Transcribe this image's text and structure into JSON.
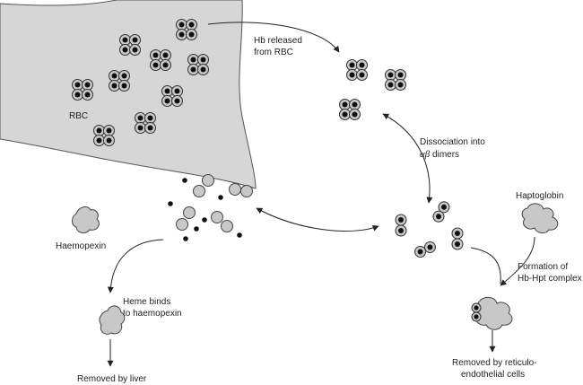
{
  "diagram": {
    "labels": {
      "rbc": "RBC",
      "hb_released_1": "Hb released",
      "hb_released_2": "from RBC",
      "dissociation_1": "Dissociation into",
      "dissociation_greek": "αβ",
      "dissociation_2": " dimers",
      "haptoglobin": "Haptoglobin",
      "formation_1": "Formation of",
      "formation_2": "Hb-Hpt complex",
      "removed_re_1": "Removed by reticulo-",
      "removed_re_2": "endothelial cells",
      "haemopexin": "Haemopexin",
      "heme_binds_1": "Heme binds",
      "heme_binds_2": "to haemopexin",
      "removed_liver": "Removed by liver"
    },
    "colors": {
      "cell_fill": "#d6d6d6",
      "cell_stroke": "#555555",
      "subunit_fill": "#c8c8c8",
      "heme_fill": "#111111",
      "arrow": "#222222"
    }
  }
}
